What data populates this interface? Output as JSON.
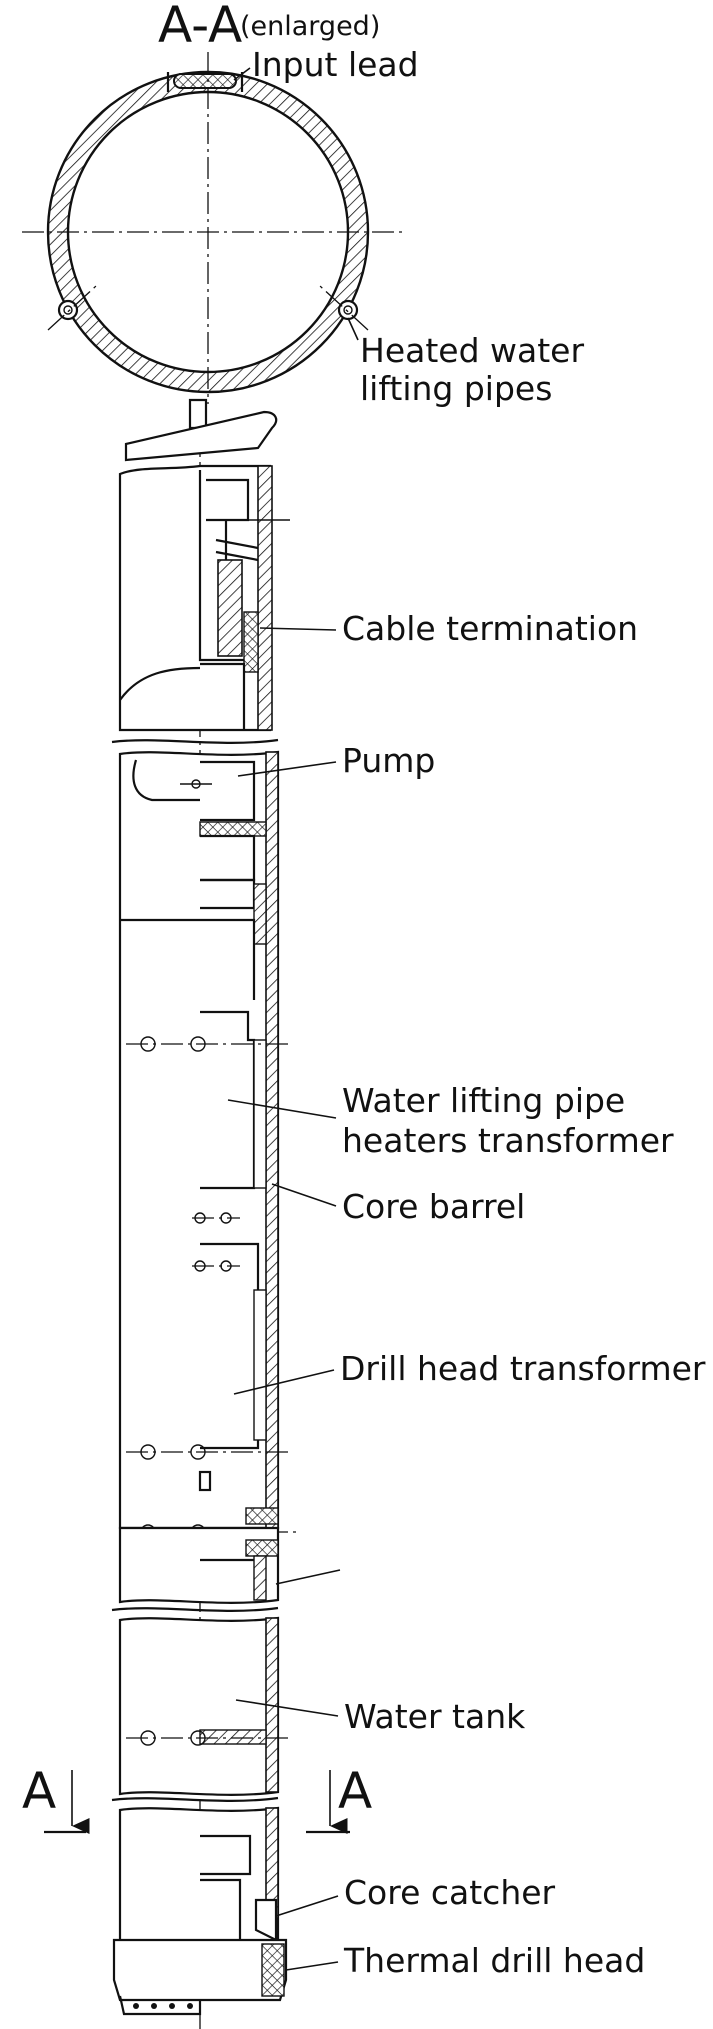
{
  "section": {
    "title": "A-A",
    "title_note": "(enlarged)",
    "cut_mark_left": "A",
    "cut_mark_right": "A"
  },
  "labels": {
    "input_lead": "Input lead",
    "heated_water_lifting_pipes_1": "Heated water",
    "heated_water_lifting_pipes_2": "lifting pipes",
    "cable_termination": "Cable termination",
    "pump": "Pump",
    "water_lifting_pipe_heaters_transformer_1": "Water lifting pipe",
    "water_lifting_pipe_heaters_transformer_2": "heaters transformer",
    "core_barrel": "Core barrel",
    "drill_head_transformer": "Drill head transformer",
    "water_tank": "Water tank",
    "core_catcher": "Core catcher",
    "thermal_drill_head": "Thermal drill head"
  },
  "colors": {
    "ink": "#111111",
    "background": "#ffffff"
  }
}
